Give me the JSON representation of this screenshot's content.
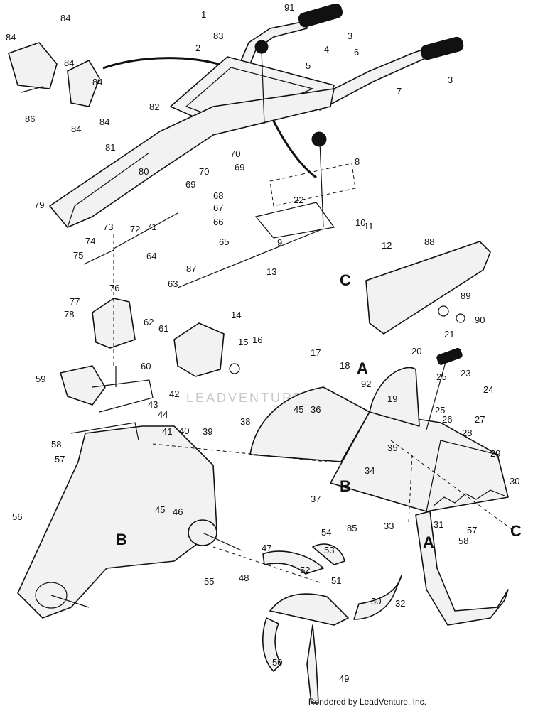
{
  "callouts": [
    "1",
    "91",
    "3",
    "3",
    "2",
    "83",
    "4",
    "5",
    "6",
    "7",
    "84",
    "84",
    "84",
    "84",
    "84",
    "84",
    "86",
    "82",
    "81",
    "70",
    "69",
    "70",
    "69",
    "68",
    "67",
    "66",
    "65",
    "80",
    "71",
    "79",
    "73",
    "72",
    "74",
    "75",
    "64",
    "8",
    "22",
    "10",
    "11",
    "9",
    "12",
    "13",
    "87",
    "63",
    "88",
    "89",
    "90",
    "76",
    "77",
    "78",
    "62",
    "61",
    "14",
    "15",
    "16",
    "17",
    "18",
    "20",
    "21",
    "25",
    "23",
    "24",
    "25",
    "26",
    "27",
    "28",
    "92",
    "19",
    "59",
    "60",
    "42",
    "43",
    "44",
    "41",
    "40",
    "39",
    "38",
    "45",
    "36",
    "35",
    "34",
    "37",
    "85",
    "29",
    "30",
    "31",
    "57",
    "58",
    "33",
    "58",
    "57",
    "56",
    "45",
    "46",
    "47",
    "55",
    "54",
    "53",
    "52",
    "51",
    "48",
    "50",
    "50",
    "32",
    "49"
  ],
  "section_letters": [
    "C",
    "A",
    "B",
    "B",
    "A",
    "C"
  ],
  "watermark": "LEADVENTURE",
  "credit": "Rendered by LeadVenture, Inc.",
  "colors": {
    "line": "#111111",
    "fill": "#f2f2f2",
    "background": "#ffffff"
  }
}
